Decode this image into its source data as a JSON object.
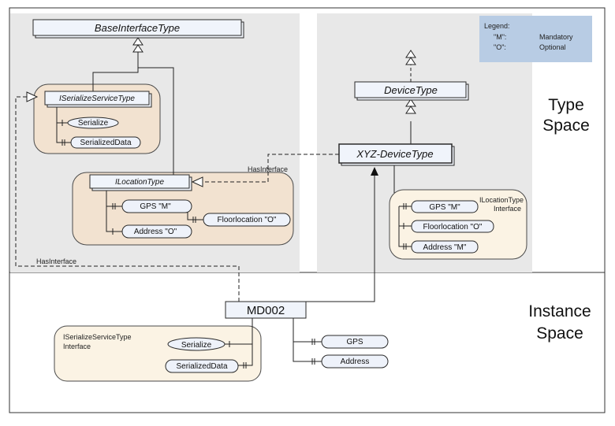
{
  "colors": {
    "panel": "#e8e8e8",
    "group_fill": "#f2e2d0",
    "group_fill_light": "#fbf3e4",
    "group_stroke": "#4a4a4a",
    "box_fill": "#f0f4fb",
    "box_stroke": "#2a2a2a",
    "legend_fill": "#b8cce4",
    "pill_fill": "#eef2fa",
    "line": "#222222"
  },
  "legend": {
    "title": "Legend:",
    "rows": [
      {
        "key": "\"M\":",
        "value": "Mandatory"
      },
      {
        "key": "\"O\":",
        "value": "Optional"
      }
    ]
  },
  "type_space": {
    "line1": "Type",
    "line2": "Space"
  },
  "instance_space": {
    "line1": "Instance",
    "line2": "Space"
  },
  "types": {
    "base_interface": "BaseInterfaceType",
    "iserialize": "ISerializeServiceType",
    "ilocation": "ILocationType",
    "device": "DeviceType",
    "xyz_device": "XYZ-DeviceType"
  },
  "iserialize_members": {
    "serialize": "Serialize",
    "serialized_data": "SerializedData"
  },
  "ilocation_members": {
    "gps": "GPS  \"M\"",
    "address": "Address \"O\"",
    "floorlocation": "Floorlocation \"O\""
  },
  "xyz_interface": {
    "label_line1": "ILocationType",
    "label_line2": "Interface",
    "gps": "GPS \"M\"",
    "floorlocation": "Floorlocation \"O\"",
    "address": "Address \"M\""
  },
  "references": {
    "has_interface_top": "HasInterface",
    "has_interface_left": "HasInterface"
  },
  "instance": {
    "name": "MD002",
    "iserialize_label_line1": "ISerializeServiceType",
    "iserialize_label_line2": "Interface",
    "serialize": "Serialize",
    "serialized_data": "SerializedData",
    "gps": "GPS",
    "address": "Address"
  }
}
